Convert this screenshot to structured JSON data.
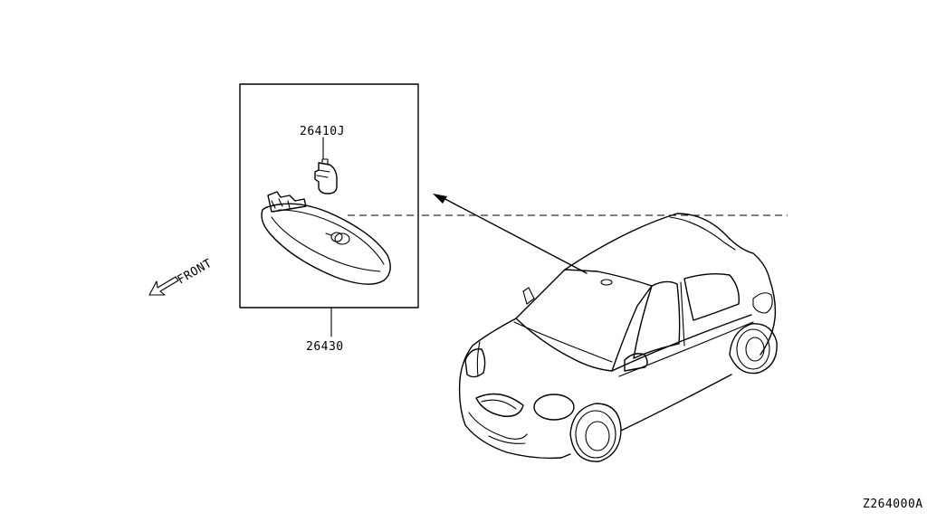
{
  "diagram": {
    "parts": [
      {
        "id": "bulb",
        "label": "26410J"
      },
      {
        "id": "lamp_assembly",
        "label": "26430"
      }
    ],
    "front_indicator": {
      "label": "FRONT",
      "icon": "front-arrow-icon"
    },
    "drawing_code": "Z264000A",
    "colors": {
      "line": "#000000",
      "background": "#ffffff"
    }
  }
}
